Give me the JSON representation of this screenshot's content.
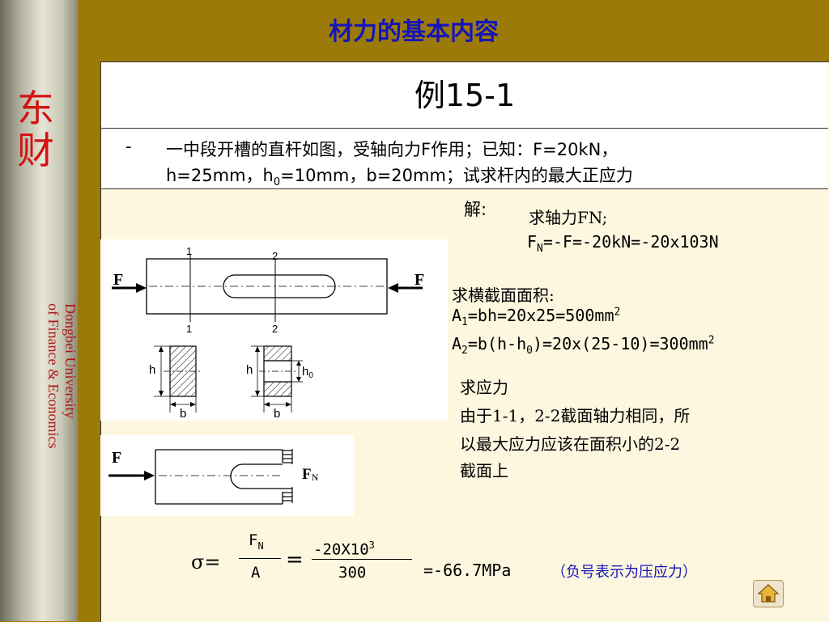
{
  "title": "材力的基本内容",
  "brand": {
    "cn_line1": "东",
    "cn_line2": "财",
    "en_line1": "Dongbei University",
    "en_line2": "of Finance & Economics"
  },
  "example_title": "例15-1",
  "problem": {
    "bullet": "-",
    "line1": "一中段开槽的直杆如图，受轴向力F作用；已知：F=20kN，",
    "line2_prefix": "h=25mm，h",
    "line2_sub": "0",
    "line2_suffix": "=10mm，b=20mm；试求杆内的最大正应力"
  },
  "solution": {
    "label": "解:",
    "step1_title": "求轴力FN;",
    "step1_formula": {
      "f": "F",
      "sub": "N",
      "rest": "=-F=-20kN=-20x103N"
    },
    "step2_title": "求横截面面积:",
    "step2_a1": {
      "a": "A",
      "sub": "1",
      "rest": "=bh=20x25=500mm",
      "sup": "2"
    },
    "step2_a2": {
      "a": "A",
      "sub": "2",
      "rest1": "=b(h-h",
      "sub2": "0",
      "rest2": ")=20x(25-10)=300mm",
      "sup": "2"
    },
    "step3_title": "求应力",
    "step3_line1": "由于1-1，2-2截面轴力相同，所",
    "step3_line2": "以最大应力应该在面积小的2-2",
    "step3_line3": "截面上"
  },
  "stress": {
    "sigma_eq": "σ=",
    "num_f": "F",
    "num_sub": "N",
    "den": "A",
    "eq": "=",
    "num2": "-20X10",
    "num2_sup": "3",
    "den2": "300",
    "result": "=-66.7MPa",
    "note": "（负号表示为压应力）"
  },
  "figure1": {
    "f_left": "F",
    "f_right": "F",
    "sec1": "1",
    "sec2": "2",
    "h": "h",
    "b": "b",
    "h0": "h",
    "h0_sub": "0"
  },
  "figure2": {
    "f_left": "F",
    "fn": "F",
    "fn_sub": "N"
  },
  "colors": {
    "background": "#9c7a08",
    "title": "#1515b8",
    "brand": "#d41212",
    "note": "#1515b8"
  }
}
